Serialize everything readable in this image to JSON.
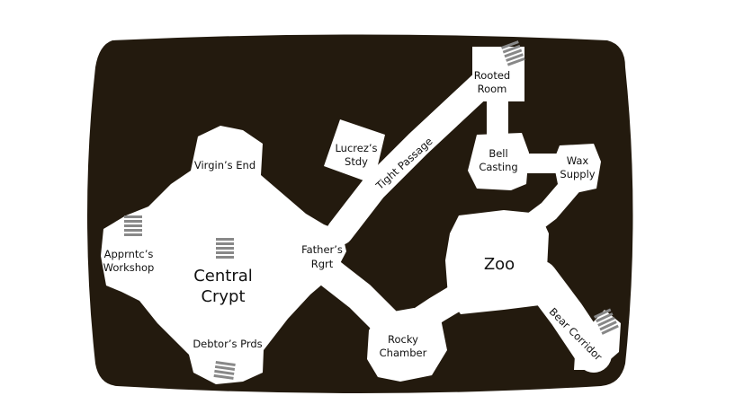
{
  "colors": {
    "background": "#ffffff",
    "rock": "#231a0e",
    "floor": "#ffffff",
    "label": "#111111",
    "stairs": "#888888"
  },
  "rooms": {
    "rooted_room": "Rooted Room",
    "lucrezs_stdy": "Lucrez’s Stdy",
    "tight_passage": "Tight Passage",
    "bell_casting": "Bell Casting",
    "wax_supply": "Wax Supply",
    "virgins_end": "Virgin’s End",
    "apprntcs_workshop": "Apprntc’s Workshop",
    "central_crypt": "Central Crypt",
    "fathers_rgrt": "Father’s Rgrt",
    "zoo": "Zoo",
    "debtors_prds": "Debtor’s Prds",
    "rocky_chamber": "Rocky Chamber",
    "bear_corridor": "Bear Corridor"
  },
  "icons": {
    "stairs": "stairs-icon"
  }
}
